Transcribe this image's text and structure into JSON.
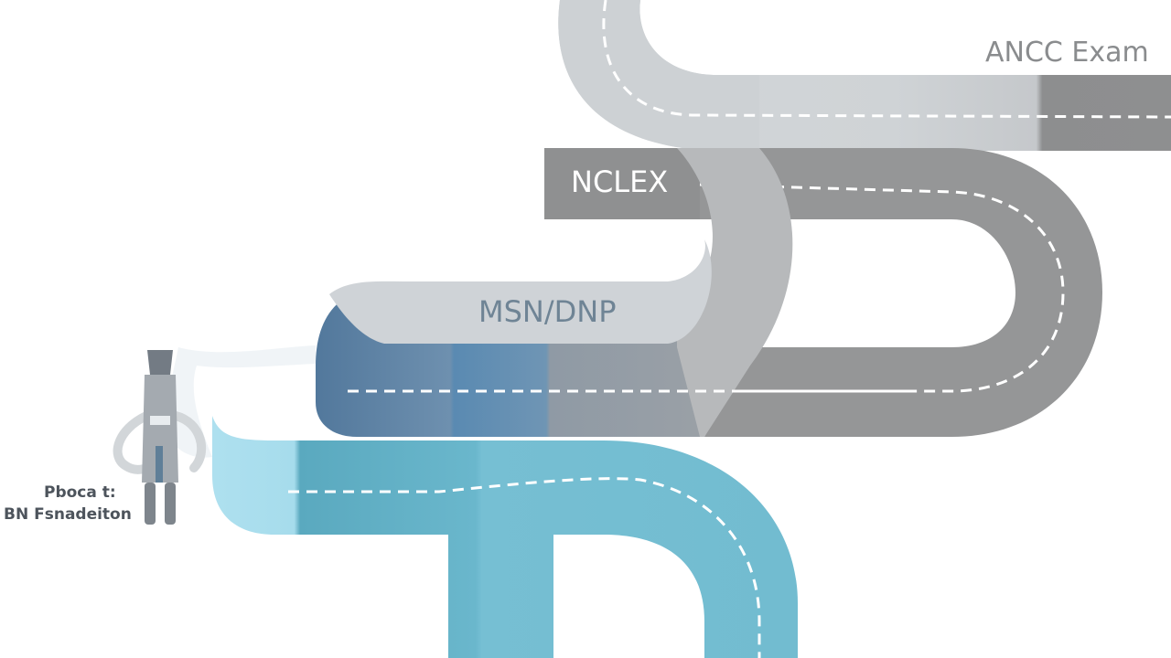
{
  "diagram": {
    "stages": [
      {
        "id": "ancc",
        "label": "ANCC Exam"
      },
      {
        "id": "nclex",
        "label": "NCLEX"
      },
      {
        "id": "msn",
        "label": "MSN/DNP"
      }
    ],
    "start": {
      "line1": "Pboca t:",
      "line2": "BN Fsnadeiton"
    }
  },
  "colors": {
    "road_light_gray": "#c9cdd1",
    "road_mid_gray": "#9b9c9d",
    "road_dark_gray": "#8e8f90",
    "road_steel_blue": "#5e86aa",
    "road_teal": "#6db6cc",
    "road_light_teal": "#a9dced",
    "lane_marking": "#ffffff"
  }
}
